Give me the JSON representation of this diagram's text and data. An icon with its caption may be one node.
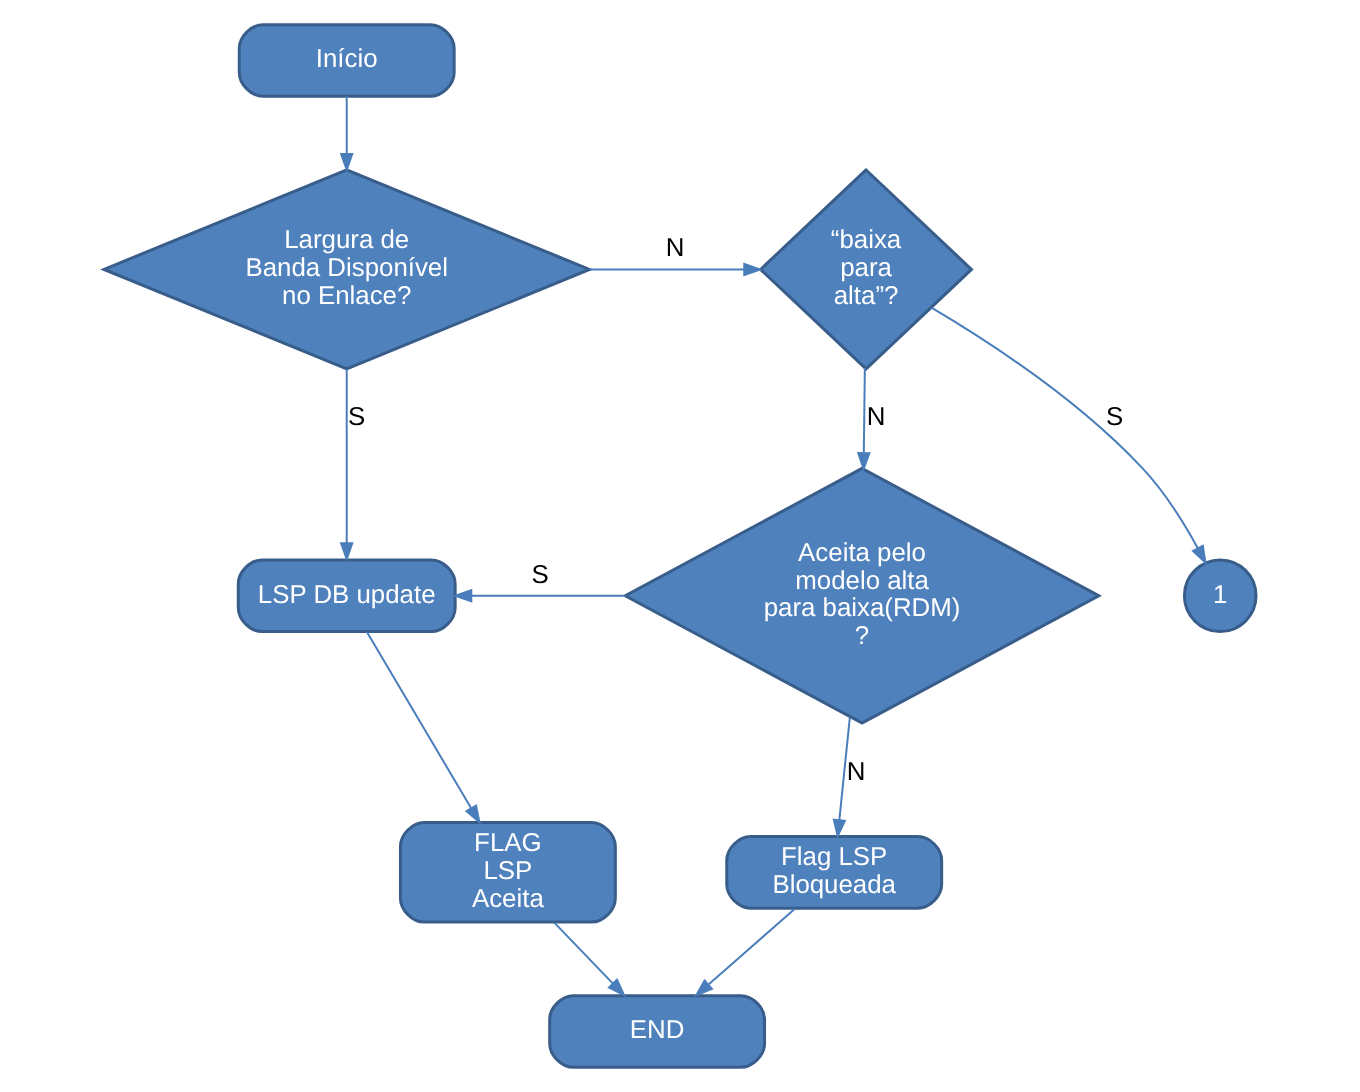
{
  "diagram": {
    "nodes": [
      {
        "text": [
          "Início"
        ]
      },
      {
        "text": [
          "Largura de Banda Disponível no Enlace?"
        ]
      },
      {
        "text": [
          "“baixa para alta”?"
        ]
      },
      {
        "text": [
          "Aceita pelo modelo alta para baixa(RDM) ?"
        ]
      },
      {
        "text": [
          "LSP DB update"
        ]
      },
      {
        "text": [
          "FLAG LSP Aceita"
        ]
      },
      {
        "text": [
          "END"
        ]
      },
      {
        "text": [
          "Flag LSP Bloqueada"
        ]
      },
      {
        "text": [
          "1"
        ]
      }
    ],
    "edges": [
      {
        "from": 0,
        "to": 1,
        "arrow": "to"
      },
      {
        "from": 1,
        "to": 2,
        "arrow": "to",
        "label": "N"
      },
      {
        "from": 1,
        "to": 4,
        "arrow": "to",
        "label": "S"
      },
      {
        "from": 2,
        "to": 8,
        "arrow": "to",
        "label": "S"
      },
      {
        "from": 2,
        "to": 3,
        "arrow": "to",
        "label": "N"
      },
      {
        "from": 3,
        "to": 4,
        "arrow": "to",
        "label": "S"
      },
      {
        "from": 3,
        "to": 7,
        "arrow": "to",
        "label": "N"
      },
      {
        "from": 4,
        "to": 5,
        "arrow": "to"
      },
      {
        "from": 5,
        "to": 6,
        "arrow": "to"
      },
      {
        "from": 7,
        "to": 6,
        "arrow": "to"
      }
    ]
  }
}
